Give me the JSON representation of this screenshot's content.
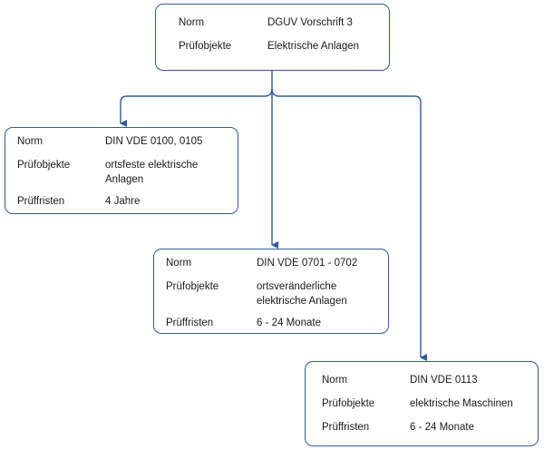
{
  "root": {
    "rows": [
      {
        "label": "Norm",
        "value": "DGUV Vorschrift 3"
      },
      {
        "label": "Prüfobjekte",
        "value": "Elektrische Anlagen"
      }
    ]
  },
  "children": [
    {
      "rows": [
        {
          "label": "Norm",
          "value": "DIN VDE 0100, 0105"
        },
        {
          "label": "Prüfobjekte",
          "value": "ortsfeste elektrische Anlagen"
        },
        {
          "label": "Prüffristen",
          "value": "4 Jahre"
        }
      ]
    },
    {
      "rows": [
        {
          "label": "Norm",
          "value": "DIN VDE 0701 - 0702"
        },
        {
          "label": "Prüfobjekte",
          "value": "ortsveränderliche elektrische Anlagen"
        },
        {
          "label": "Prüffristen",
          "value": "6 - 24 Monate"
        }
      ]
    },
    {
      "rows": [
        {
          "label": "Norm",
          "value": "DIN VDE 0113"
        },
        {
          "label": "Prüfobjekte",
          "value": "elektrische Maschinen"
        },
        {
          "label": "Prüffristen",
          "value": "6 - 24 Monate"
        }
      ]
    }
  ],
  "colors": {
    "border": "#2f5c9c",
    "connector": "#2f5c9c",
    "text": "#1a1a1a"
  }
}
